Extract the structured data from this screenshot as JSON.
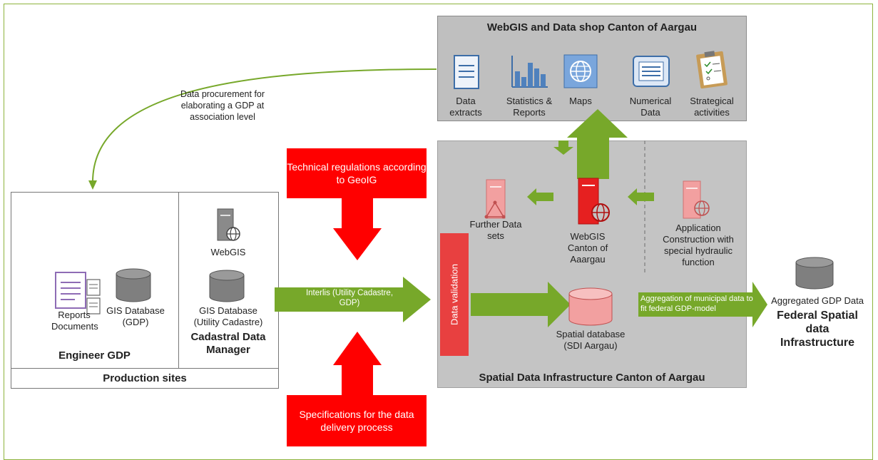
{
  "webgis_panel": {
    "title": "WebGIS and Data shop Canton of Aargau",
    "items": [
      {
        "label": "Data extracts",
        "icon": "document-icon"
      },
      {
        "label": "Statistics & Reports",
        "icon": "bar-chart-icon"
      },
      {
        "label": "Maps",
        "icon": "globe-icon"
      },
      {
        "label": "Numerical Data",
        "icon": "numerical-data-icon"
      },
      {
        "label": "Strategical activities",
        "icon": "clipboard-icon"
      }
    ]
  },
  "procurement_label": "Data procurement for elaborating a GDP at association level",
  "regulation_top": "Technical regulations according to GeoIG",
  "regulation_bottom": "Specifications for the data delivery process",
  "production": {
    "engineer_title": "Engineer GDP",
    "manager_title": "Cadastral Data Manager",
    "footer": "Production sites",
    "reports_label": "Reports Documents",
    "gis_db_label": "GIS Database (GDP)",
    "webgis_label": "WebGIS",
    "utility_db_label": "GIS Database (Utility Cadastre)"
  },
  "interlis_label": "Interlis (Utility Cadastre, GDP)",
  "sdi": {
    "title": "Spatial Data Infrastructure Canton of Aargau",
    "validation": "Data validation",
    "further_label": "Further Data sets",
    "webgis_canton_label": "WebGIS Canton of Aaargau",
    "application_label": "Application Construction with special hydraulic function",
    "spatial_db_label": "Spatial database (SDI Aargau)"
  },
  "aggregation_label": "Aggregation of municipal data to fit federal GDP-model",
  "federal": {
    "aggregated_label": "Aggregated GDP Data",
    "title": "Federal Spatial data Infrastructure"
  },
  "colors": {
    "green": "#77a82a",
    "red": "#ff0000",
    "panel": "#bfbfbf"
  }
}
